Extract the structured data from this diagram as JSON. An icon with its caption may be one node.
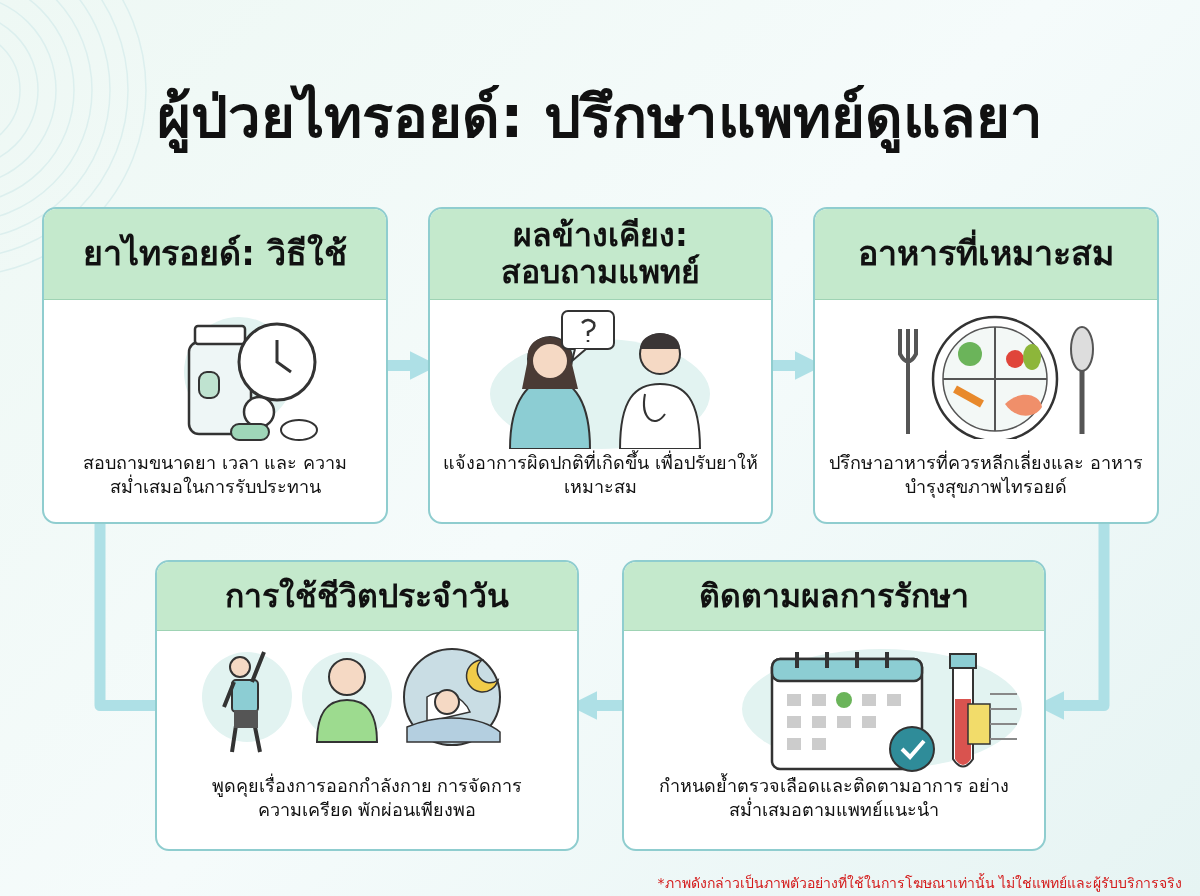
{
  "diagram": {
    "title": "ผู้ป่วยไทรอยด์: ปรึกษาแพทย์ดูแลยา",
    "nodes": [
      {
        "text": [
          "ยาไทรอยด์: วิธีใช้",
          "สอบถามขนาดยา เวลา และ ความสม่ำเสมอในการรับประทาน"
        ]
      },
      {
        "text": [
          "ผลข้างเคียง: สอบถามแพทย์",
          "แจ้งอาการผิดปกติที่เกิดขึ้น เพื่อปรับยาให้เหมาะสม"
        ]
      },
      {
        "text": [
          "อาหารที่เหมาะสม",
          "ปรึกษาอาหารที่ควรหลีกเลี่ยงและ อาหารบำรุงสุขภาพไทรอยด์"
        ]
      },
      {
        "text": [
          "การใช้ชีวิตประจำวัน",
          "พูดคุยเรื่องการออกกำลังกาย การจัดการความเครียด พักผ่อนเพียงพอ"
        ]
      },
      {
        "text": [
          "ติดตามผลการรักษา",
          "กำหนดย้ำตรวจเลือดและติดตามอาการ อย่างสม่ำเสมอตามแพทย์แนะนำ"
        ]
      }
    ],
    "edges": [
      {
        "from": 0,
        "to": 1,
        "arrow": "to"
      },
      {
        "from": 1,
        "to": 2,
        "arrow": "to"
      },
      {
        "from": 2,
        "to": 4,
        "arrow": "to"
      },
      {
        "from": 4,
        "to": 3,
        "arrow": "to"
      },
      {
        "from": 3,
        "to": 0,
        "arrow": "none"
      }
    ],
    "caption": "*ภาพดังกล่าวเป็นภาพตัวอย่างที่ใช้ในการโฆษณาเท่านั้น ไม่ใช่แพทย์และผู้รับบริการจริง"
  }
}
